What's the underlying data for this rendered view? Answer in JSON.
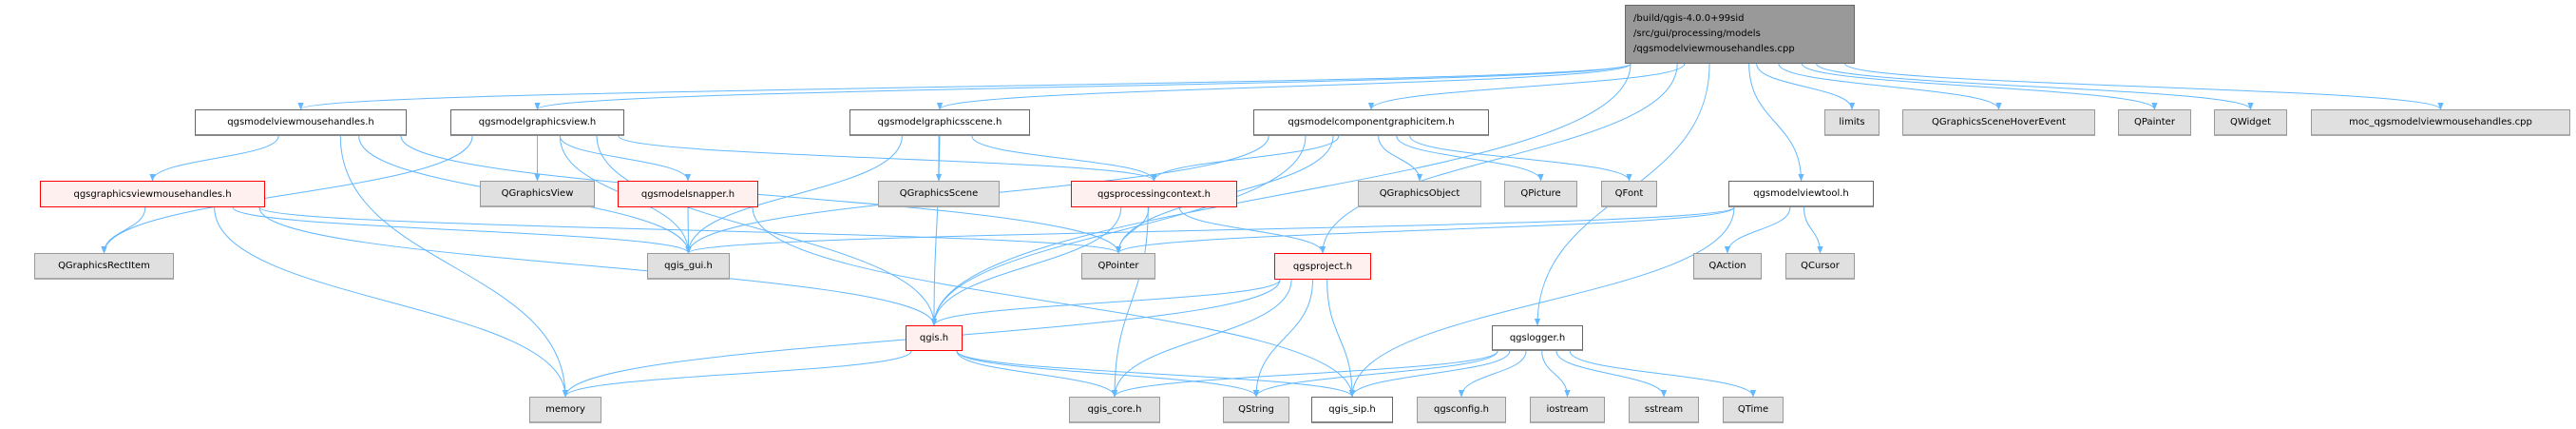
{
  "colors": {
    "edge": "#63b8ff",
    "main_fill": "#999999",
    "red_border": "#ff0000",
    "external_fill": "#e0e0e0"
  },
  "nodes": {
    "main": {
      "lines": [
        "/build/qgis-4.0.0+99sid",
        "/src/gui/processing/models",
        "/qgsmodelviewmousehandles.cpp"
      ],
      "kind": "main"
    },
    "qgsmodelviewmousehandles_h": {
      "label": "qgsmodelviewmousehandles.h",
      "kind": "hdr"
    },
    "qgsmodelgraphicsview_h": {
      "label": "qgsmodelgraphicsview.h",
      "kind": "hdr"
    },
    "qgsmodelgraphicsscene_h": {
      "label": "qgsmodelgraphicsscene.h",
      "kind": "hdr"
    },
    "qgsmodelcomponentgraphicitem_h": {
      "label": "qgsmodelcomponentgraphicitem.h",
      "kind": "hdr"
    },
    "limits": {
      "label": "limits",
      "kind": "ext"
    },
    "QGraphicsSceneHoverEvent": {
      "label": "QGraphicsSceneHoverEvent",
      "kind": "ext"
    },
    "QPainter": {
      "label": "QPainter",
      "kind": "ext"
    },
    "QWidget": {
      "label": "QWidget",
      "kind": "ext"
    },
    "moc": {
      "label": "moc_qgsmodelviewmousehandles.cpp",
      "kind": "ext"
    },
    "qgsgraphicsviewmousehandles_h": {
      "label": "qgsgraphicsviewmousehandles.h",
      "kind": "red"
    },
    "QGraphicsView": {
      "label": "QGraphicsView",
      "kind": "ext"
    },
    "qgsmodelsnapper_h": {
      "label": "qgsmodelsnapper.h",
      "kind": "red"
    },
    "QGraphicsScene": {
      "label": "QGraphicsScene",
      "kind": "ext"
    },
    "qgsprocessingcontext_h": {
      "label": "qgsprocessingcontext.h",
      "kind": "red"
    },
    "QGraphicsObject": {
      "label": "QGraphicsObject",
      "kind": "ext"
    },
    "QPicture": {
      "label": "QPicture",
      "kind": "ext"
    },
    "QFont": {
      "label": "QFont",
      "kind": "ext"
    },
    "qgsmodelviewtool_h": {
      "label": "qgsmodelviewtool.h",
      "kind": "hdr"
    },
    "QGraphicsRectItem": {
      "label": "QGraphicsRectItem",
      "kind": "ext"
    },
    "qgis_gui_h": {
      "label": "qgis_gui.h",
      "kind": "ext"
    },
    "QPointer": {
      "label": "QPointer",
      "kind": "ext"
    },
    "qgsproject_h": {
      "label": "qgsproject.h",
      "kind": "red"
    },
    "QAction": {
      "label": "QAction",
      "kind": "ext"
    },
    "QCursor": {
      "label": "QCursor",
      "kind": "ext"
    },
    "qgis_h": {
      "label": "qgis.h",
      "kind": "red"
    },
    "qgslogger_h": {
      "label": "qgslogger.h",
      "kind": "hdr"
    },
    "memory": {
      "label": "memory",
      "kind": "ext"
    },
    "qgis_core_h": {
      "label": "qgis_core.h",
      "kind": "ext"
    },
    "QString": {
      "label": "QString",
      "kind": "ext"
    },
    "qgis_sip_h": {
      "label": "qgis_sip.h",
      "kind": "hdr"
    },
    "qgsconfig_h": {
      "label": "qgsconfig.h",
      "kind": "ext"
    },
    "iostream": {
      "label": "iostream",
      "kind": "ext"
    },
    "sstream": {
      "label": "sstream",
      "kind": "ext"
    },
    "QTime": {
      "label": "QTime",
      "kind": "ext"
    }
  },
  "edges": [
    [
      "main",
      "qgsmodelviewmousehandles_h"
    ],
    [
      "main",
      "qgsmodelgraphicsview_h"
    ],
    [
      "main",
      "qgsmodelgraphicsscene_h"
    ],
    [
      "main",
      "qgsmodelcomponentgraphicitem_h"
    ],
    [
      "main",
      "qgis_h"
    ],
    [
      "main",
      "qgsproject_h"
    ],
    [
      "main",
      "qgsmodelviewtool_h"
    ],
    [
      "main",
      "qgslogger_h"
    ],
    [
      "main",
      "limits"
    ],
    [
      "main",
      "QGraphicsSceneHoverEvent"
    ],
    [
      "main",
      "QPainter"
    ],
    [
      "main",
      "QWidget"
    ],
    [
      "main",
      "moc"
    ],
    [
      "qgsmodelviewmousehandles_h",
      "qgsgraphicsviewmousehandles_h"
    ],
    [
      "qgsmodelviewmousehandles_h",
      "qgis_gui_h"
    ],
    [
      "qgsmodelviewmousehandles_h",
      "QPointer"
    ],
    [
      "qgsmodelviewmousehandles_h",
      "memory"
    ],
    [
      "qgsmodelgraphicsview_h",
      "QGraphicsView"
    ],
    [
      "qgsmodelgraphicsview_h",
      "qgsmodelsnapper_h"
    ],
    [
      "qgsmodelgraphicsview_h",
      "qgsprocessingcontext_h"
    ],
    [
      "qgsmodelgraphicsview_h",
      "qgis_gui_h"
    ],
    [
      "qgsmodelgraphicsview_h",
      "qgis_h"
    ],
    [
      "qgsmodelgraphicsview_h",
      "QGraphicsRectItem"
    ],
    [
      "qgsmodelgraphicsscene_h",
      "QGraphicsScene"
    ],
    [
      "qgsmodelgraphicsscene_h",
      "qgsprocessingcontext_h"
    ],
    [
      "qgsmodelgraphicsscene_h",
      "qgis_gui_h"
    ],
    [
      "qgsmodelgraphicsscene_h",
      "qgis_h"
    ],
    [
      "qgsmodelcomponentgraphicitem_h",
      "QGraphicsObject"
    ],
    [
      "qgsmodelcomponentgraphicitem_h",
      "QPicture"
    ],
    [
      "qgsmodelcomponentgraphicitem_h",
      "QFont"
    ],
    [
      "qgsmodelcomponentgraphicitem_h",
      "qgsprocessingcontext_h"
    ],
    [
      "qgsmodelcomponentgraphicitem_h",
      "qgis_gui_h"
    ],
    [
      "qgsmodelcomponentgraphicitem_h",
      "qgis_h"
    ],
    [
      "qgsmodelcomponentgraphicitem_h",
      "QPointer"
    ],
    [
      "qgsgraphicsviewmousehandles_h",
      "QGraphicsRectItem"
    ],
    [
      "qgsgraphicsviewmousehandles_h",
      "qgis_gui_h"
    ],
    [
      "qgsgraphicsviewmousehandles_h",
      "QPointer"
    ],
    [
      "qgsgraphicsviewmousehandles_h",
      "memory"
    ],
    [
      "qgsgraphicsviewmousehandles_h",
      "qgis_h"
    ],
    [
      "qgsmodelsnapper_h",
      "qgis_gui_h"
    ],
    [
      "qgsmodelsnapper_h",
      "qgis_sip_h"
    ],
    [
      "qgsprocessingcontext_h",
      "QPointer"
    ],
    [
      "qgsprocessingcontext_h",
      "qgsproject_h"
    ],
    [
      "qgsprocessingcontext_h",
      "qgis_h"
    ],
    [
      "qgsprocessingcontext_h",
      "qgis_core_h"
    ],
    [
      "qgsmodelviewtool_h",
      "QAction"
    ],
    [
      "qgsmodelviewtool_h",
      "QCursor"
    ],
    [
      "qgsmodelviewtool_h",
      "qgis_gui_h"
    ],
    [
      "qgsmodelviewtool_h",
      "qgis_sip_h"
    ],
    [
      "qgsmodelviewtool_h",
      "QPointer"
    ],
    [
      "qgsproject_h",
      "qgis_h"
    ],
    [
      "qgsproject_h",
      "memory"
    ],
    [
      "qgsproject_h",
      "qgis_core_h"
    ],
    [
      "qgsproject_h",
      "QString"
    ],
    [
      "qgsproject_h",
      "qgis_sip_h"
    ],
    [
      "qgis_h",
      "memory"
    ],
    [
      "qgis_h",
      "qgis_core_h"
    ],
    [
      "qgis_h",
      "QString"
    ],
    [
      "qgis_h",
      "qgis_sip_h"
    ],
    [
      "qgslogger_h",
      "qgis_core_h"
    ],
    [
      "qgslogger_h",
      "QString"
    ],
    [
      "qgslogger_h",
      "qgis_sip_h"
    ],
    [
      "qgslogger_h",
      "qgsconfig_h"
    ],
    [
      "qgslogger_h",
      "iostream"
    ],
    [
      "qgslogger_h",
      "sstream"
    ],
    [
      "qgslogger_h",
      "QTime"
    ]
  ]
}
